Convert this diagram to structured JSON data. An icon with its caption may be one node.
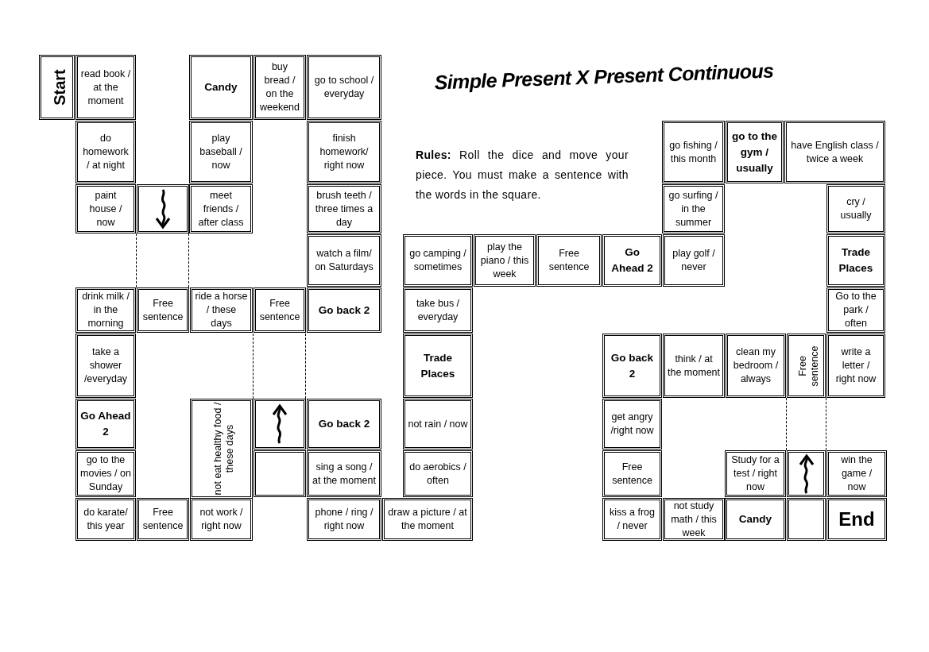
{
  "diagram": {
    "title": "Simple Present X Present Continuous",
    "nodes": [
      {
        "text": [
          "Start"
        ]
      },
      {
        "text": [
          "read book / at the moment"
        ]
      },
      {
        "text": [
          "Candy"
        ]
      },
      {
        "text": [
          "buy bread / on the weekend"
        ]
      },
      {
        "text": [
          "go to school / everyday"
        ]
      },
      {
        "text": [
          "do homework / at night"
        ]
      },
      {
        "text": [
          "play baseball / now"
        ]
      },
      {
        "text": [
          "finish homework/ right now"
        ]
      },
      {
        "text": [
          "go fishing / this month"
        ]
      },
      {
        "text": [
          "go to the gym / usually"
        ]
      },
      {
        "text": [
          "have English class / twice a week"
        ]
      },
      {
        "text": [
          "paint house / now"
        ]
      },
      {
        "text": [],
        "shape": "box"
      },
      {
        "text": [
          "meet friends / after class"
        ]
      },
      {
        "text": [
          "brush teeth / three times a day"
        ]
      },
      {
        "text": [
          "go surfing / in the summer"
        ]
      },
      {
        "text": [
          "cry / usually"
        ]
      },
      {
        "text": [
          "watch a film/ on Saturdays"
        ]
      },
      {
        "text": [
          "go camping / sometimes"
        ]
      },
      {
        "text": [
          "play the piano / this week"
        ]
      },
      {
        "text": [
          "Free sentence"
        ]
      },
      {
        "text": [
          "Go Ahead 2"
        ]
      },
      {
        "text": [
          "play golf / never"
        ]
      },
      {
        "text": [
          "Trade Places"
        ]
      },
      {
        "text": [
          "drink milk / in the morning"
        ]
      },
      {
        "text": [
          "Free sentence"
        ]
      },
      {
        "text": [
          "ride a horse / these days"
        ]
      },
      {
        "text": [
          "Free sentence"
        ]
      },
      {
        "text": [
          "Go back 2"
        ]
      },
      {
        "text": [
          "take bus / everyday"
        ]
      },
      {
        "text": [
          "Go to the park / often"
        ]
      },
      {
        "text": [
          "take a shower /everyday"
        ]
      },
      {
        "text": [
          "Trade Places"
        ]
      },
      {
        "text": [
          "Go back 2"
        ]
      },
      {
        "text": [
          "think / at the moment"
        ]
      },
      {
        "text": [
          "clean my bedroom / always"
        ]
      },
      {
        "text": [
          "Free sentence"
        ]
      },
      {
        "text": [
          "write a letter / right now"
        ]
      },
      {
        "text": [
          "Go Ahead 2"
        ]
      },
      {
        "text": [
          "not eat healthy food / these days"
        ]
      },
      {
        "text": [],
        "shape": "box"
      },
      {
        "text": [
          "Go back 2"
        ]
      },
      {
        "text": [
          "not rain / now"
        ]
      },
      {
        "text": [
          "get angry /right now"
        ]
      },
      {
        "text": [
          "go to the movies / on Sunday"
        ]
      },
      {
        "text": [],
        "shape": "box"
      },
      {
        "text": [
          "sing a song / at the moment"
        ]
      },
      {
        "text": [
          "do aerobics / often"
        ]
      },
      {
        "text": [
          "Free sentence"
        ]
      },
      {
        "text": [
          "Study for a test / right now"
        ]
      },
      {
        "text": [],
        "shape": "box"
      },
      {
        "text": [
          "win the game / now"
        ]
      },
      {
        "text": [
          "do karate/ this year"
        ]
      },
      {
        "text": [
          "Free sentence"
        ]
      },
      {
        "text": [
          "not work / right now"
        ]
      },
      {
        "text": [
          "phone / ring / right now"
        ]
      },
      {
        "text": [
          "draw a picture / at the moment"
        ]
      },
      {
        "text": [
          "kiss a frog / never"
        ]
      },
      {
        "text": [
          "not study math / this week"
        ]
      },
      {
        "text": [
          "Candy"
        ]
      },
      {
        "text": [],
        "shape": "box"
      },
      {
        "text": [
          "End"
        ]
      }
    ],
    "labels": [
      "**Rules:** Roll the dice and move your piece. You must make a sentence with the words in the square."
    ]
  }
}
